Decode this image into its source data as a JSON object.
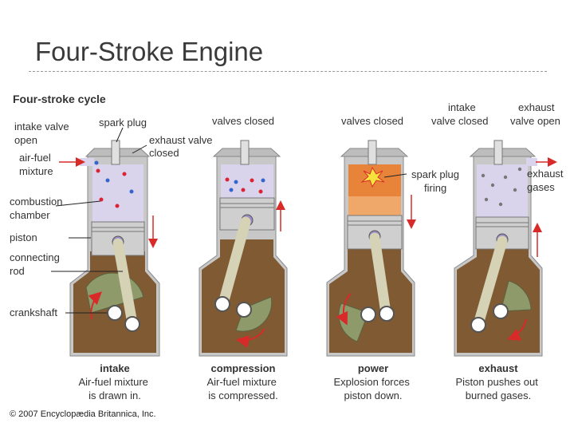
{
  "slide_title": "Four-Stroke Engine",
  "figure_title": "Four-stroke cycle",
  "colors": {
    "block": "#c8c8c8",
    "oil": "#7f5a32",
    "cylinder": "#d9d4ec",
    "piston": "#cfcfcf",
    "rod": "#d5d2b5",
    "crank": "#8f9a6a",
    "arrow": "#d92a2a",
    "flame": "#e8843a"
  },
  "labels": {
    "intake_valve_open": [
      "intake valve",
      "open"
    ],
    "spark_plug": "spark plug",
    "exhaust_valve_closed": [
      "exhaust valve",
      "closed"
    ],
    "air_fuel_mixture": [
      "air-fuel",
      "mixture"
    ],
    "combustion_chamber": [
      "combustion",
      "chamber"
    ],
    "piston": "piston",
    "connecting_rod": [
      "connecting",
      "rod"
    ],
    "crankshaft": "crankshaft",
    "valves_closed_compression": "valves closed",
    "valves_closed_power": "valves closed",
    "spark_plug_firing": [
      "spark plug",
      "firing"
    ],
    "intake_valve_closed": [
      "intake",
      "valve closed"
    ],
    "exhaust_valve_open": [
      "exhaust",
      "valve open"
    ],
    "exhaust_gases": [
      "exhaust",
      "gases"
    ]
  },
  "strokes": [
    {
      "name": "intake",
      "lines": [
        "Air-fuel mixture",
        "is drawn in."
      ]
    },
    {
      "name": "compression",
      "lines": [
        "Air-fuel mixture",
        "is compressed."
      ]
    },
    {
      "name": "power",
      "lines": [
        "Explosion forces",
        "piston down."
      ]
    },
    {
      "name": "exhaust",
      "lines": [
        "Piston pushes out",
        "burned gases."
      ]
    }
  ],
  "copyright": "© 2007 Encyclopædia Britannica, Inc."
}
